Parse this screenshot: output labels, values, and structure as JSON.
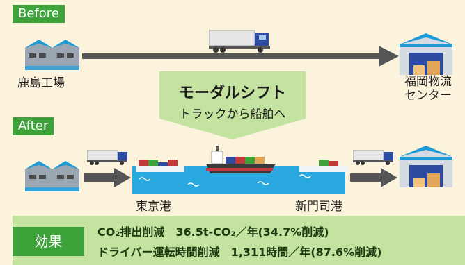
{
  "labels": {
    "before": "Before",
    "after": "After",
    "origin": "鹿島工場",
    "destination_line1": "福岡物流",
    "destination_line2": "センター",
    "port_origin": "東京港",
    "port_destination": "新門司港"
  },
  "callout": {
    "title": "モーダルシフト",
    "subtitle": "トラックから船舶へ"
  },
  "effect": {
    "tag": "効果",
    "line1": "CO₂排出削減　36.5t-CO₂／年(34.7%削減)",
    "line2": "ドライバー運転時間削減　1,311時間／年(87.6%削減)"
  },
  "colors": {
    "background": "#fbf3dc",
    "accent_green": "#3ea23a",
    "callout_green": "#c4e2a0",
    "arrow_gray": "#555555",
    "sea_blue": "#29a9df",
    "truck_blue": "#2b4aa0"
  }
}
